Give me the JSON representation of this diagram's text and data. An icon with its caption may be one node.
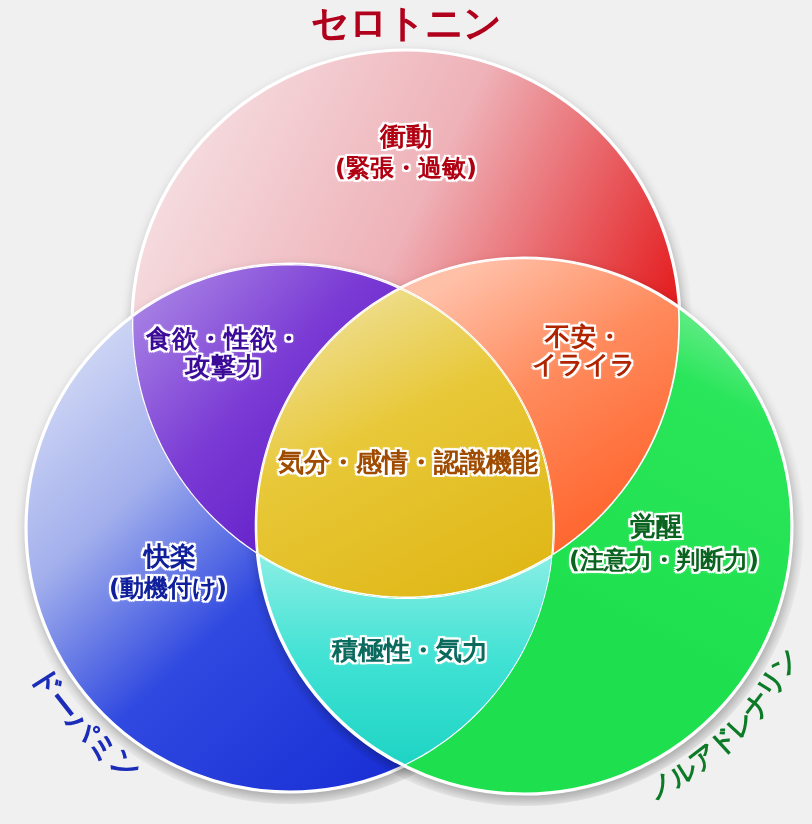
{
  "diagram": {
    "nodes": [
      {
        "text": [
          "セロトニン",
          "衝動",
          "(緊張・過敏)"
        ]
      },
      {
        "text": [
          "快楽",
          "(動機付け)",
          "ドーパミン"
        ]
      },
      {
        "text": [
          "覚醒",
          "(注意力・判断力)",
          "ノルアドレナリン"
        ]
      },
      {
        "text": [
          "食欲・性欲・攻撃力"
        ]
      },
      {
        "text": [
          "不安・イライラ"
        ]
      },
      {
        "text": [
          "気分・感情・認識機能"
        ]
      },
      {
        "text": [
          "積極性・気力"
        ]
      }
    ]
  }
}
